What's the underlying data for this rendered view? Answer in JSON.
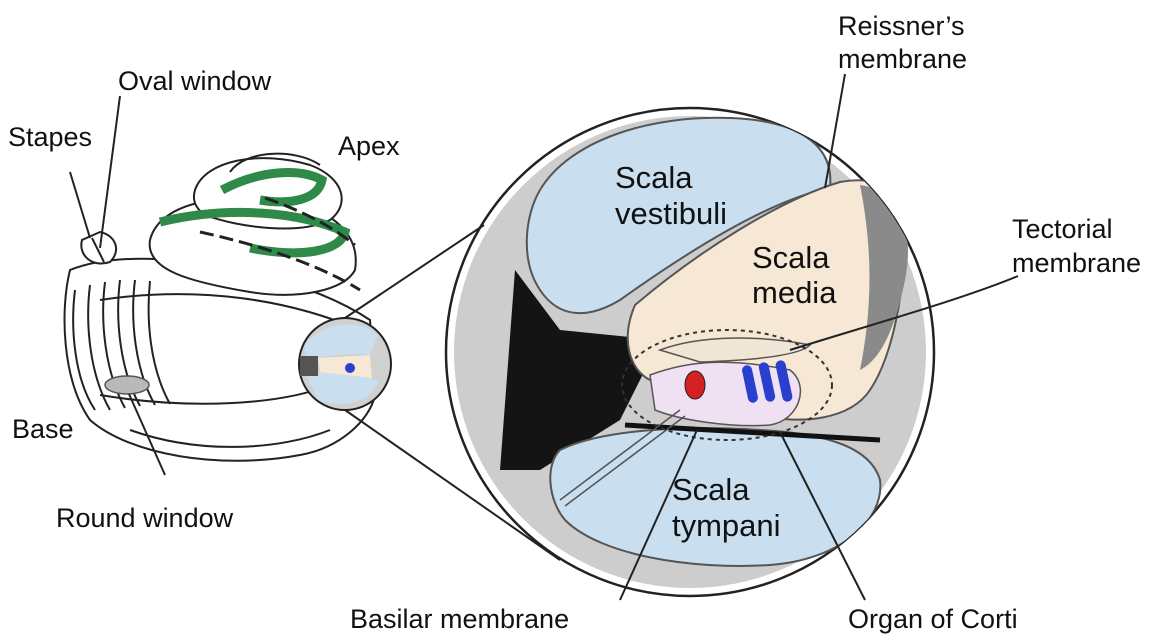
{
  "labels": {
    "stapes": "Stapes",
    "oval_window": "Oval window",
    "apex": "Apex",
    "base": "Base",
    "round_window": "Round window",
    "reissners_1": "Reissner’s",
    "reissners_2": "membrane",
    "tectorial_1": "Tectorial",
    "tectorial_2": "membrane",
    "scala_vestibuli_1": "Scala",
    "scala_vestibuli_2": "vestibuli",
    "scala_media_1": "Scala",
    "scala_media_2": "media",
    "scala_tympani_1": "Scala",
    "scala_tympani_2": "tympani",
    "basilar_membrane": "Basilar membrane",
    "organ_of_corti": "Organ of Corti"
  },
  "colors": {
    "fluid_blue": "#c9deee",
    "media_cream": "#f6e8d4",
    "bone_gray": "#c7c7c7",
    "dark_gray": "#8a8a8a",
    "hair_cell_blue": "#2b3fcf",
    "hair_cell_red": "#d42020",
    "spiral_green": "#2f8a4a"
  }
}
